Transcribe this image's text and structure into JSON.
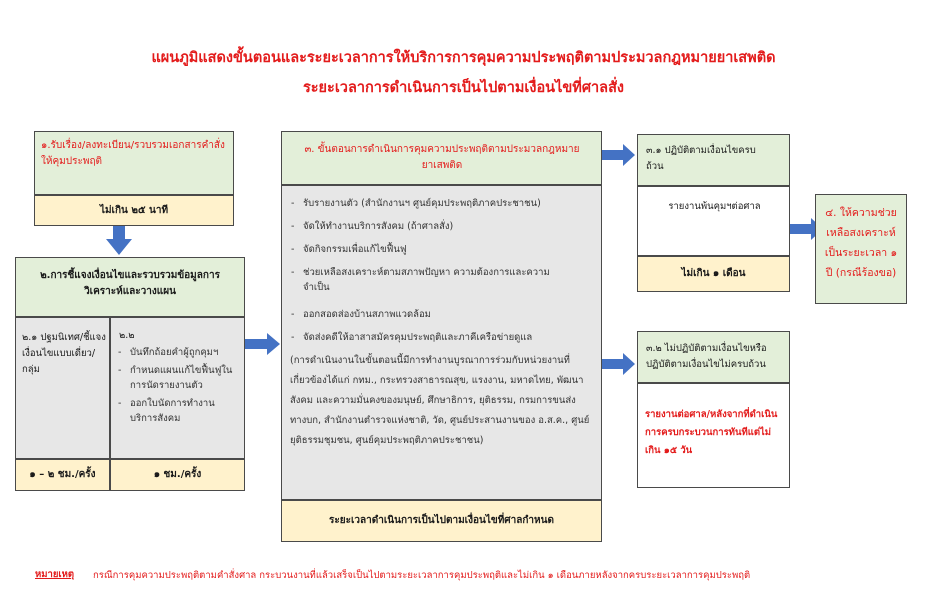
{
  "title_line1": "แผนภูมิแสดงขั้นตอนและระยะเวลาการให้บริการการคุมความประพฤติตามประมวลกฎหมายยาเสพติด",
  "title_line2": "ระยะเวลาการดำเนินการเป็นไปตามเงื่อนไขที่ศาลสั่ง",
  "step1": {
    "header": "๑.รับเรื่อง/ลงทะเบียน/รวบรวมเอกสารคำสั่งให้คุมประพฤติ",
    "time": "ไม่เกิน ๒๕ นาที"
  },
  "step2": {
    "header": "๒.การชี้แจงเงื่อนไขและรวบรวมข้อมูลการวิเคราะห์และวางแผน",
    "sub1": "๒.๑ ปฐมนิเทศ/ชี้แจงเงื่อนไขแบบเดี่ยว/กลุ่ม",
    "sub2_title": "๒.๒",
    "sub2_items": [
      "บันทึกถ้อยคำผู้ถูกคุมฯ",
      "กำหนดแผนแก้ไขฟื้นฟูในการนัดรายงานตัว",
      "ออกใบนัดการทำงานบริการสังคม"
    ],
    "time1": "๑ – ๒ ชม./ครั้ง",
    "time2": "๑ ชม./ครั้ง"
  },
  "step3": {
    "header": "๓. ขั้นตอนการดำเนินการคุมความประพฤติตามประมวลกฎหมายยาเสพติด",
    "items": [
      "รับรายงานตัว (สำนักงานฯ ศูนย์คุมประพฤติภาคประชาชน)",
      "จัดให้ทำงานบริการสังคม  (ถ้าศาลสั่ง)",
      "จัดกิจกรรมเพื่อแก้ไขฟื้นฟู",
      "ช่วยเหลือสงเคราะห์ตามสภาพปัญหา ความต้องการและความจำเป็น",
      "ออกสอดส่องบ้านสภาพแวดล้อม",
      "จัดส่งคดีให้อาสาสมัครคุมประพฤติและภาคีเครือข่ายดูแล"
    ],
    "note": "(การดำเนินงานในขั้นตอนนี้มีการทำงานบูรณาการร่วมกับหน่วยงานที่เกี่ยวข้องได้แก่ กทม., กระทรวงสาธารณสุข, แรงงาน, มหาดไทย, พัฒนาสังคม และความมั่นคงของมนุษย์, ศึกษาธิการ, ยุติธรรม, กรมการขนส่งทางบก, สำนักงานตำรวจแห่งชาติ, วัด, ศูนย์ประสานงานของ อ.ส.ค., ศูนย์ยุติธรรมชุมชน, ศูนย์คุมประพฤติภาคประชาชน)",
    "footer": "ระยะเวลาดำเนินการเป็นไปตามเงื่อนไขที่ศาลกำหนด"
  },
  "step31": {
    "header": "๓.๑ ปฏิบัติตามเงื่อนไขครบถ้วน",
    "body": "รายงานพ้นคุมฯต่อศาล",
    "time": "ไม่เกิน ๑ เดือน"
  },
  "step32": {
    "header": "๓.๒ ไม่ปฏิบัติตามเงื่อนไขหรือปฏิบัติตามเงื่อนไขไม่ครบถ้วน",
    "body": "รายงานต่อศาล/หลังจากที่ดำเนินการครบกระบวนการทันทีแต่ไม่เกิน ๑๕ วัน"
  },
  "step4": {
    "text": "๔. ให้ความช่วยเหลือสงเคราะห์เป็นระยะเวลา ๑ ปี (กรณีร้องขอ)"
  },
  "remark": {
    "label": "หมายเหตุ",
    "text": "กรณีการคุมความประพฤติตามคำสั่งศาล กระบวนงานที่แล้วเสร็จเป็นไปตามระยะเวลาการคุมประพฤติและไม่เกิน ๑ เดือนภายหลังจากครบระยะเวลาการคุมประพฤติ"
  },
  "colors": {
    "title": "#e31b1b",
    "arrow": "#4472c4",
    "header_bg": "#e3efd9",
    "time_bg": "#fff2cc",
    "body_bg": "#e7e7e7"
  }
}
